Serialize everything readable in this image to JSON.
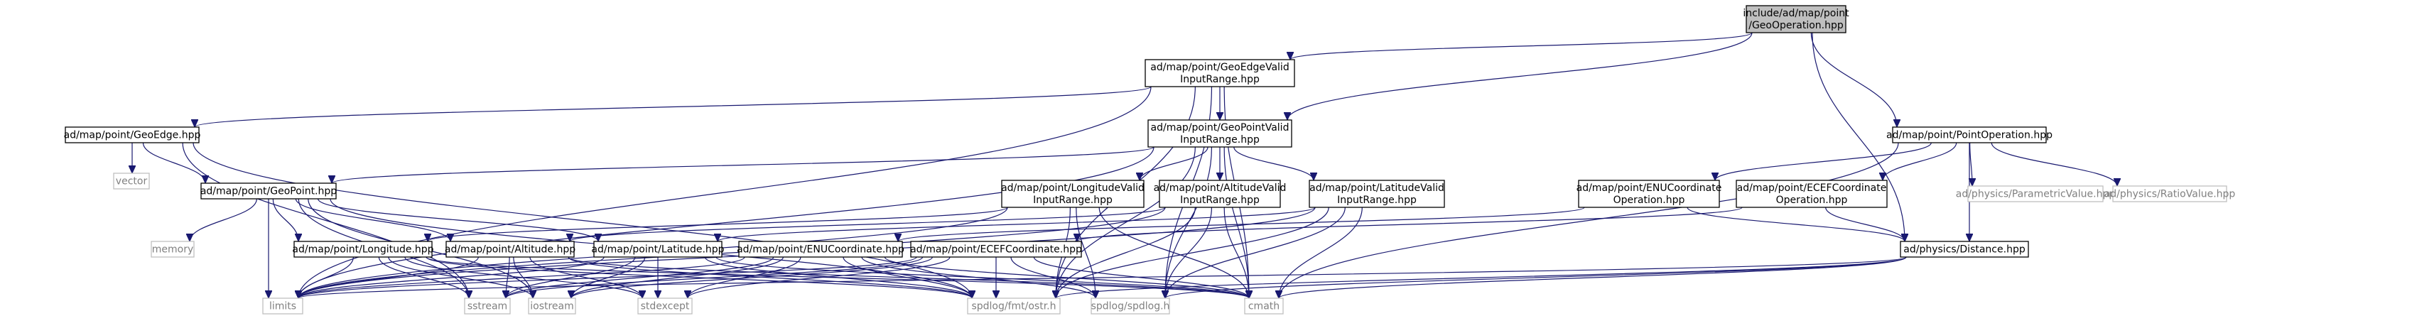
{
  "diagram": {
    "nodes": {
      "geooperation": {
        "lines": [
          "include/ad/map/point",
          "/GeoOperation.hpp"
        ],
        "kind": "root"
      },
      "geoedgevalid": {
        "lines": [
          "ad/map/point/GeoEdgeValid",
          "InputRange.hpp"
        ],
        "kind": "header"
      },
      "pointoperation": {
        "lines": [
          "ad/map/point/PointOperation.hpp"
        ],
        "kind": "header"
      },
      "geoedge": {
        "lines": [
          "ad/map/point/GeoEdge.hpp"
        ],
        "kind": "header"
      },
      "geopointvalid": {
        "lines": [
          "ad/map/point/GeoPointValid",
          "InputRange.hpp"
        ],
        "kind": "header"
      },
      "vector": {
        "lines": [
          "vector"
        ],
        "kind": "external"
      },
      "geopoint": {
        "lines": [
          "ad/map/point/GeoPoint.hpp"
        ],
        "kind": "header"
      },
      "longitudevalid": {
        "lines": [
          "ad/map/point/LongitudeValid",
          "InputRange.hpp"
        ],
        "kind": "header"
      },
      "altitudevalid": {
        "lines": [
          "ad/map/point/AltitudeValid",
          "InputRange.hpp"
        ],
        "kind": "header"
      },
      "latitudevalid": {
        "lines": [
          "ad/map/point/LatitudeValid",
          "InputRange.hpp"
        ],
        "kind": "header"
      },
      "enucoordop": {
        "lines": [
          "ad/map/point/ENUCoordinate",
          "Operation.hpp"
        ],
        "kind": "header"
      },
      "ecefcoordop": {
        "lines": [
          "ad/map/point/ECEFCoordinate",
          "Operation.hpp"
        ],
        "kind": "header"
      },
      "parametricvalue": {
        "lines": [
          "ad/physics/ParametricValue.hpp"
        ],
        "kind": "external"
      },
      "ratiovalue": {
        "lines": [
          "ad/physics/RatioValue.hpp"
        ],
        "kind": "external"
      },
      "memory": {
        "lines": [
          "memory"
        ],
        "kind": "external"
      },
      "longitude": {
        "lines": [
          "ad/map/point/Longitude.hpp"
        ],
        "kind": "header"
      },
      "altitude": {
        "lines": [
          "ad/map/point/Altitude.hpp"
        ],
        "kind": "header"
      },
      "latitude": {
        "lines": [
          "ad/map/point/Latitude.hpp"
        ],
        "kind": "header"
      },
      "enucoordinate": {
        "lines": [
          "ad/map/point/ENUCoordinate.hpp"
        ],
        "kind": "header"
      },
      "ecefcoordinate": {
        "lines": [
          "ad/map/point/ECEFCoordinate.hpp"
        ],
        "kind": "header"
      },
      "distance": {
        "lines": [
          "ad/physics/Distance.hpp"
        ],
        "kind": "header"
      },
      "limits": {
        "lines": [
          "limits"
        ],
        "kind": "external"
      },
      "sstream": {
        "lines": [
          "sstream"
        ],
        "kind": "external"
      },
      "iostream": {
        "lines": [
          "iostream"
        ],
        "kind": "external"
      },
      "stdexcept": {
        "lines": [
          "stdexcept"
        ],
        "kind": "external"
      },
      "fmtostr": {
        "lines": [
          "spdlog/fmt/ostr.h"
        ],
        "kind": "external"
      },
      "spdlog": {
        "lines": [
          "spdlog/spdlog.h"
        ],
        "kind": "external"
      },
      "cmath": {
        "lines": [
          "cmath"
        ],
        "kind": "external"
      }
    },
    "edges": [
      [
        "geooperation",
        "geoedgevalid"
      ],
      [
        "geooperation",
        "geopointvalid"
      ],
      [
        "geooperation",
        "pointoperation"
      ],
      [
        "geooperation",
        "distance"
      ],
      [
        "geoedgevalid",
        "geoedge"
      ],
      [
        "geoedgevalid",
        "geopointvalid"
      ],
      [
        "geoedgevalid",
        "limits"
      ],
      [
        "geoedgevalid",
        "fmtostr"
      ],
      [
        "geoedgevalid",
        "spdlog"
      ],
      [
        "geoedgevalid",
        "cmath"
      ],
      [
        "geoedge",
        "vector"
      ],
      [
        "geoedge",
        "geopoint"
      ],
      [
        "geoedge",
        "sstream"
      ],
      [
        "geoedge",
        "fmtostr"
      ],
      [
        "geopointvalid",
        "geopoint"
      ],
      [
        "geopointvalid",
        "longitudevalid"
      ],
      [
        "geopointvalid",
        "altitudevalid"
      ],
      [
        "geopointvalid",
        "latitudevalid"
      ],
      [
        "geopointvalid",
        "limits"
      ],
      [
        "geopointvalid",
        "fmtostr"
      ],
      [
        "geopointvalid",
        "spdlog"
      ],
      [
        "geopointvalid",
        "cmath"
      ],
      [
        "geopoint",
        "memory"
      ],
      [
        "geopoint",
        "longitude"
      ],
      [
        "geopoint",
        "altitude"
      ],
      [
        "geopoint",
        "latitude"
      ],
      [
        "geopoint",
        "limits"
      ],
      [
        "geopoint",
        "sstream"
      ],
      [
        "geopoint",
        "iostream"
      ],
      [
        "geopoint",
        "fmtostr"
      ],
      [
        "longitudevalid",
        "longitude"
      ],
      [
        "longitudevalid",
        "limits"
      ],
      [
        "longitudevalid",
        "fmtostr"
      ],
      [
        "longitudevalid",
        "spdlog"
      ],
      [
        "longitudevalid",
        "cmath"
      ],
      [
        "altitudevalid",
        "altitude"
      ],
      [
        "altitudevalid",
        "limits"
      ],
      [
        "altitudevalid",
        "fmtostr"
      ],
      [
        "altitudevalid",
        "spdlog"
      ],
      [
        "altitudevalid",
        "cmath"
      ],
      [
        "latitudevalid",
        "latitude"
      ],
      [
        "latitudevalid",
        "limits"
      ],
      [
        "latitudevalid",
        "fmtostr"
      ],
      [
        "latitudevalid",
        "spdlog"
      ],
      [
        "latitudevalid",
        "cmath"
      ],
      [
        "longitude",
        "limits"
      ],
      [
        "longitude",
        "sstream"
      ],
      [
        "longitude",
        "iostream"
      ],
      [
        "longitude",
        "stdexcept"
      ],
      [
        "longitude",
        "fmtostr"
      ],
      [
        "longitude",
        "cmath"
      ],
      [
        "altitude",
        "limits"
      ],
      [
        "altitude",
        "sstream"
      ],
      [
        "altitude",
        "iostream"
      ],
      [
        "altitude",
        "stdexcept"
      ],
      [
        "altitude",
        "fmtostr"
      ],
      [
        "altitude",
        "cmath"
      ],
      [
        "latitude",
        "limits"
      ],
      [
        "latitude",
        "sstream"
      ],
      [
        "latitude",
        "iostream"
      ],
      [
        "latitude",
        "stdexcept"
      ],
      [
        "latitude",
        "fmtostr"
      ],
      [
        "latitude",
        "cmath"
      ],
      [
        "pointoperation",
        "enucoordop"
      ],
      [
        "pointoperation",
        "ecefcoordop"
      ],
      [
        "pointoperation",
        "parametricvalue"
      ],
      [
        "pointoperation",
        "ratiovalue"
      ],
      [
        "pointoperation",
        "distance"
      ],
      [
        "pointoperation",
        "cmath"
      ],
      [
        "enucoordop",
        "enucoordinate"
      ],
      [
        "enucoordop",
        "distance"
      ],
      [
        "ecefcoordop",
        "ecefcoordinate"
      ],
      [
        "ecefcoordop",
        "distance"
      ],
      [
        "enucoordinate",
        "limits"
      ],
      [
        "enucoordinate",
        "sstream"
      ],
      [
        "enucoordinate",
        "iostream"
      ],
      [
        "enucoordinate",
        "stdexcept"
      ],
      [
        "enucoordinate",
        "fmtostr"
      ],
      [
        "enucoordinate",
        "spdlog"
      ],
      [
        "enucoordinate",
        "cmath"
      ],
      [
        "ecefcoordinate",
        "limits"
      ],
      [
        "ecefcoordinate",
        "sstream"
      ],
      [
        "ecefcoordinate",
        "iostream"
      ],
      [
        "ecefcoordinate",
        "stdexcept"
      ],
      [
        "ecefcoordinate",
        "fmtostr"
      ],
      [
        "ecefcoordinate",
        "spdlog"
      ],
      [
        "ecefcoordinate",
        "cmath"
      ],
      [
        "distance",
        "limits"
      ],
      [
        "distance",
        "fmtostr"
      ],
      [
        "distance",
        "spdlog"
      ],
      [
        "distance",
        "cmath"
      ]
    ]
  }
}
